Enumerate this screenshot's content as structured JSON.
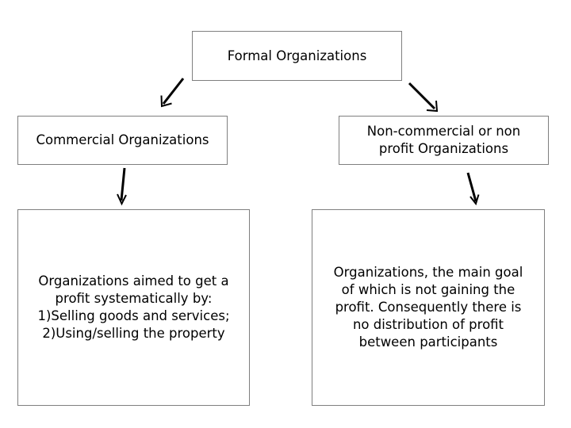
{
  "diagram": {
    "root": {
      "label": "Formal Organizations"
    },
    "commercial": {
      "label": "Commercial Organizations"
    },
    "noncommercial": {
      "label": "Non-commercial or non\nprofit Organizations"
    },
    "commercial_desc": {
      "label": "Organizations aimed to get a\nprofit systematically by:\n1)Selling goods and services;\n2)Using/selling the property"
    },
    "noncommercial_desc": {
      "label": "Organizations, the main goal\nof which is not gaining the\nprofit. Consequently there is\nno distribution of profit\nbetween participants"
    },
    "edges": [
      {
        "from": "root",
        "to": "commercial"
      },
      {
        "from": "root",
        "to": "noncommercial"
      },
      {
        "from": "commercial",
        "to": "commercial_desc"
      },
      {
        "from": "noncommercial",
        "to": "noncommercial_desc"
      }
    ]
  }
}
